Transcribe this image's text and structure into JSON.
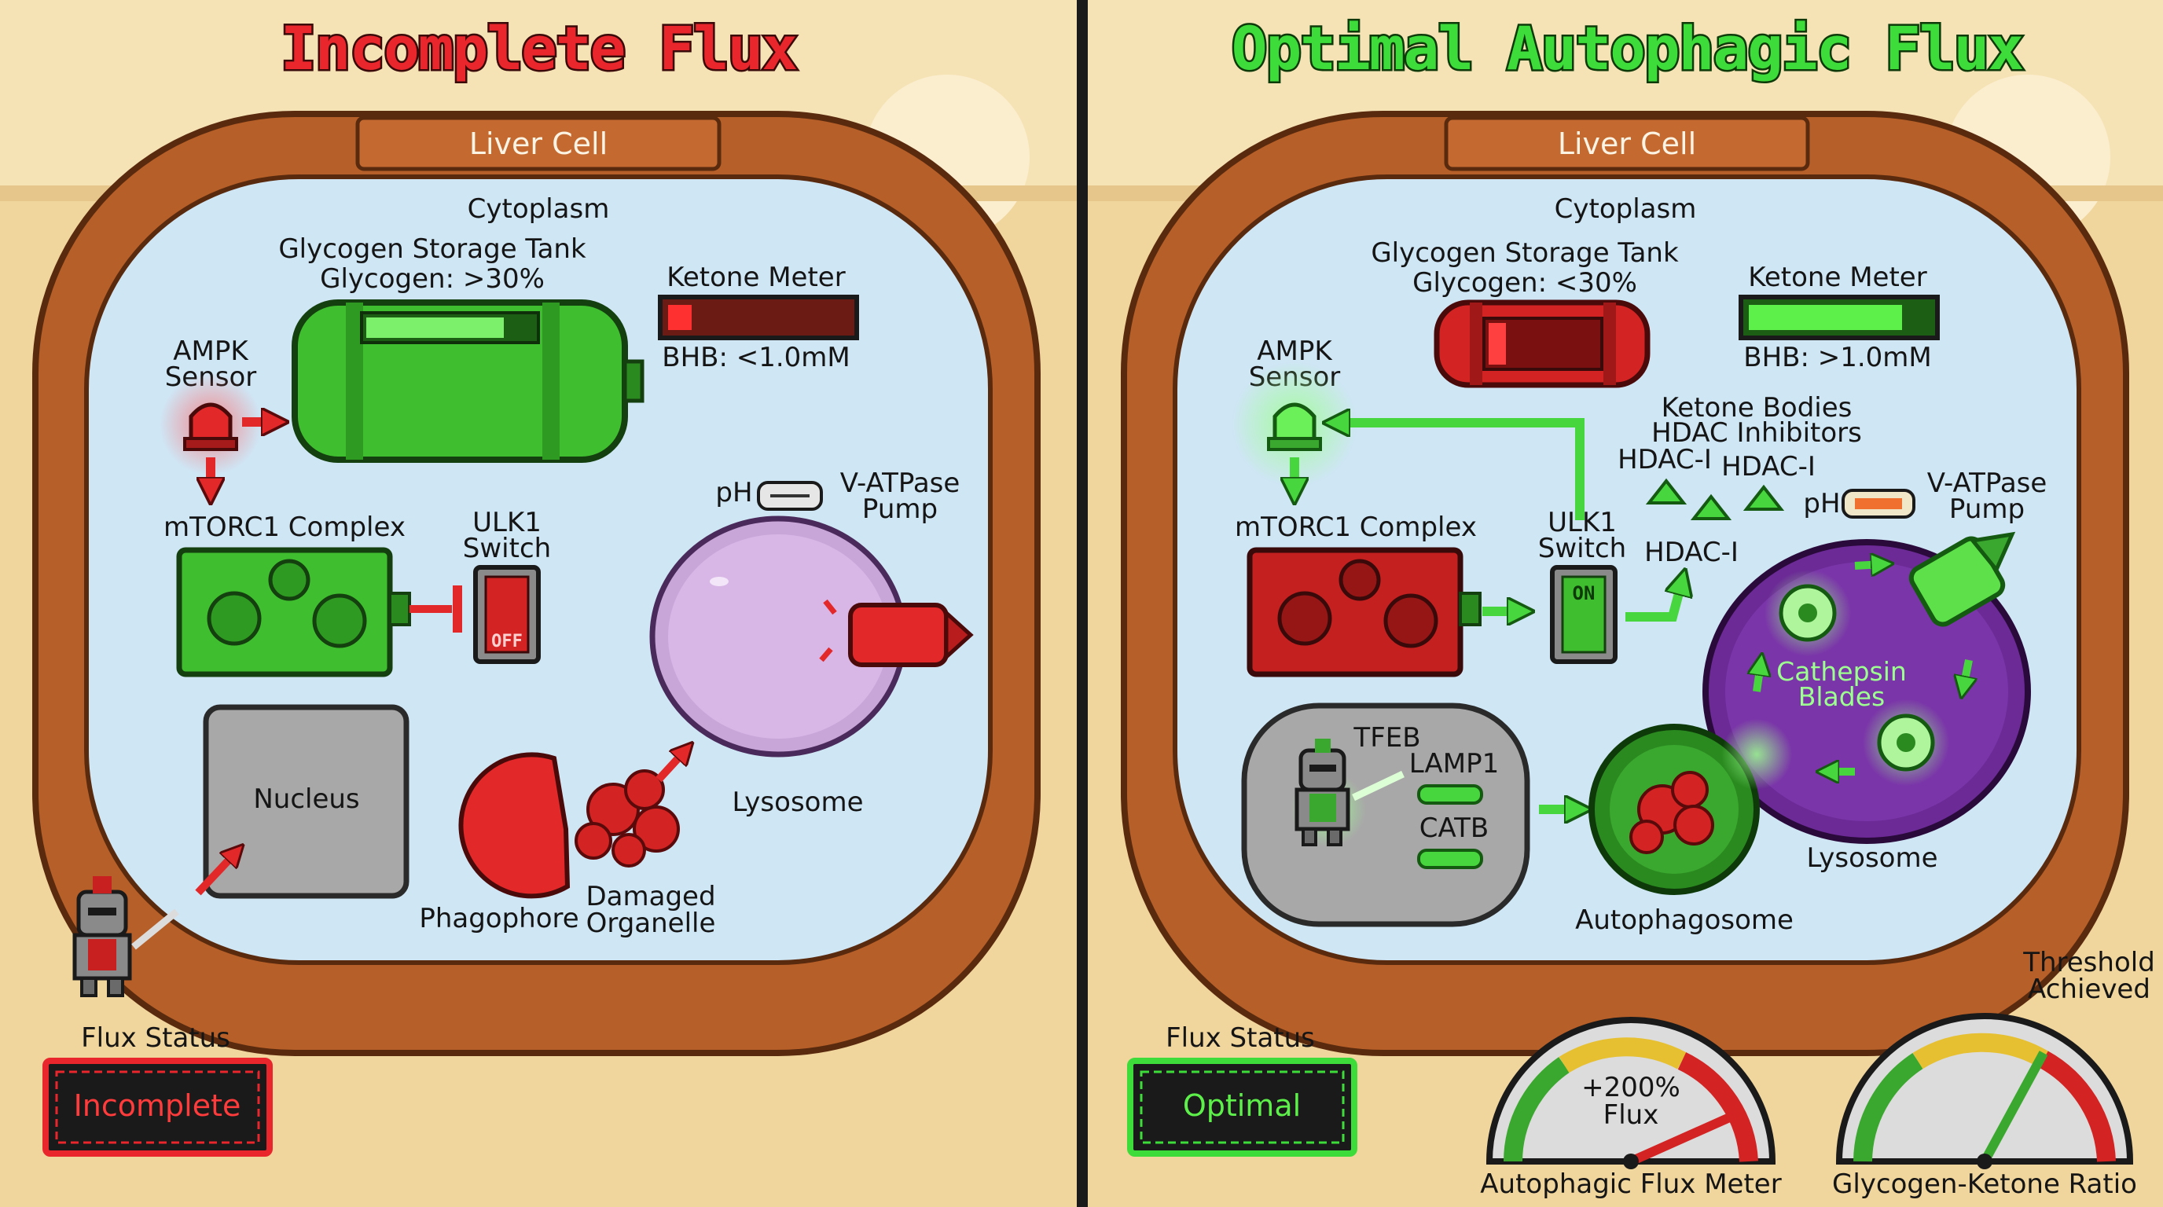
{
  "left": {
    "title": "Incomplete Flux",
    "cell_label": "Liver Cell",
    "cytoplasm": "Cytoplasm",
    "glycogen_tank": "Glycogen Storage Tank",
    "glycogen_level": "Glycogen: >30%",
    "ketone_meter": "Ketone Meter",
    "bhb": "BHB: <1.0mM",
    "ampk": [
      "AMPK",
      "Sensor"
    ],
    "mtorc1": "mTORC1 Complex",
    "ulk1": [
      "ULK1",
      "Switch"
    ],
    "switch_state": "OFF",
    "ph": "pH",
    "vatpase": [
      "V-ATPase",
      "Pump"
    ],
    "lysosome": "Lysosome",
    "nucleus": "Nucleus",
    "phagophore": "Phagophore",
    "damaged": [
      "Damaged",
      "Organelle"
    ],
    "flux_status_label": "Flux Status",
    "flux_status_value": "Incomplete"
  },
  "right": {
    "title": "Optimal Autophagic Flux",
    "cell_label": "Liver Cell",
    "cytoplasm": "Cytoplasm",
    "glycogen_tank": "Glycogen Storage Tank",
    "glycogen_level": "Glycogen: <30%",
    "ketone_meter": "Ketone Meter",
    "bhb": "BHB: >1.0mM",
    "ampk": [
      "AMPK",
      "Sensor"
    ],
    "mtorc1": "mTORC1 Complex",
    "ulk1": [
      "ULK1",
      "Switch"
    ],
    "switch_state": "ON",
    "ketone_bodies": [
      "Ketone Bodies",
      "HDAC Inhibitors"
    ],
    "hdac": "HDAC-I",
    "ph": "pH",
    "vatpase": [
      "V-ATPase",
      "Pump"
    ],
    "cathepsin": [
      "Cathepsin",
      "Blades"
    ],
    "lysosome": "Lysosome",
    "tfeb": "TFEB",
    "lamp1": "LAMP1",
    "catb": "CATB",
    "autophagosome": "Autophagosome",
    "flux_status_label": "Flux Status",
    "flux_status_value": "Optimal",
    "threshold": [
      "Threshold",
      "Achieved"
    ],
    "flux_gauge_text": [
      "+200%",
      "Flux"
    ],
    "flux_gauge_caption": "Autophagic Flux Meter",
    "ratio_gauge_caption": "Glycogen-Ketone Ratio"
  },
  "colors": {
    "bad": "#e8262c",
    "good": "#3ddc3a",
    "membrane": "#b65f28",
    "cytoplasm": "#cfe6f5"
  }
}
